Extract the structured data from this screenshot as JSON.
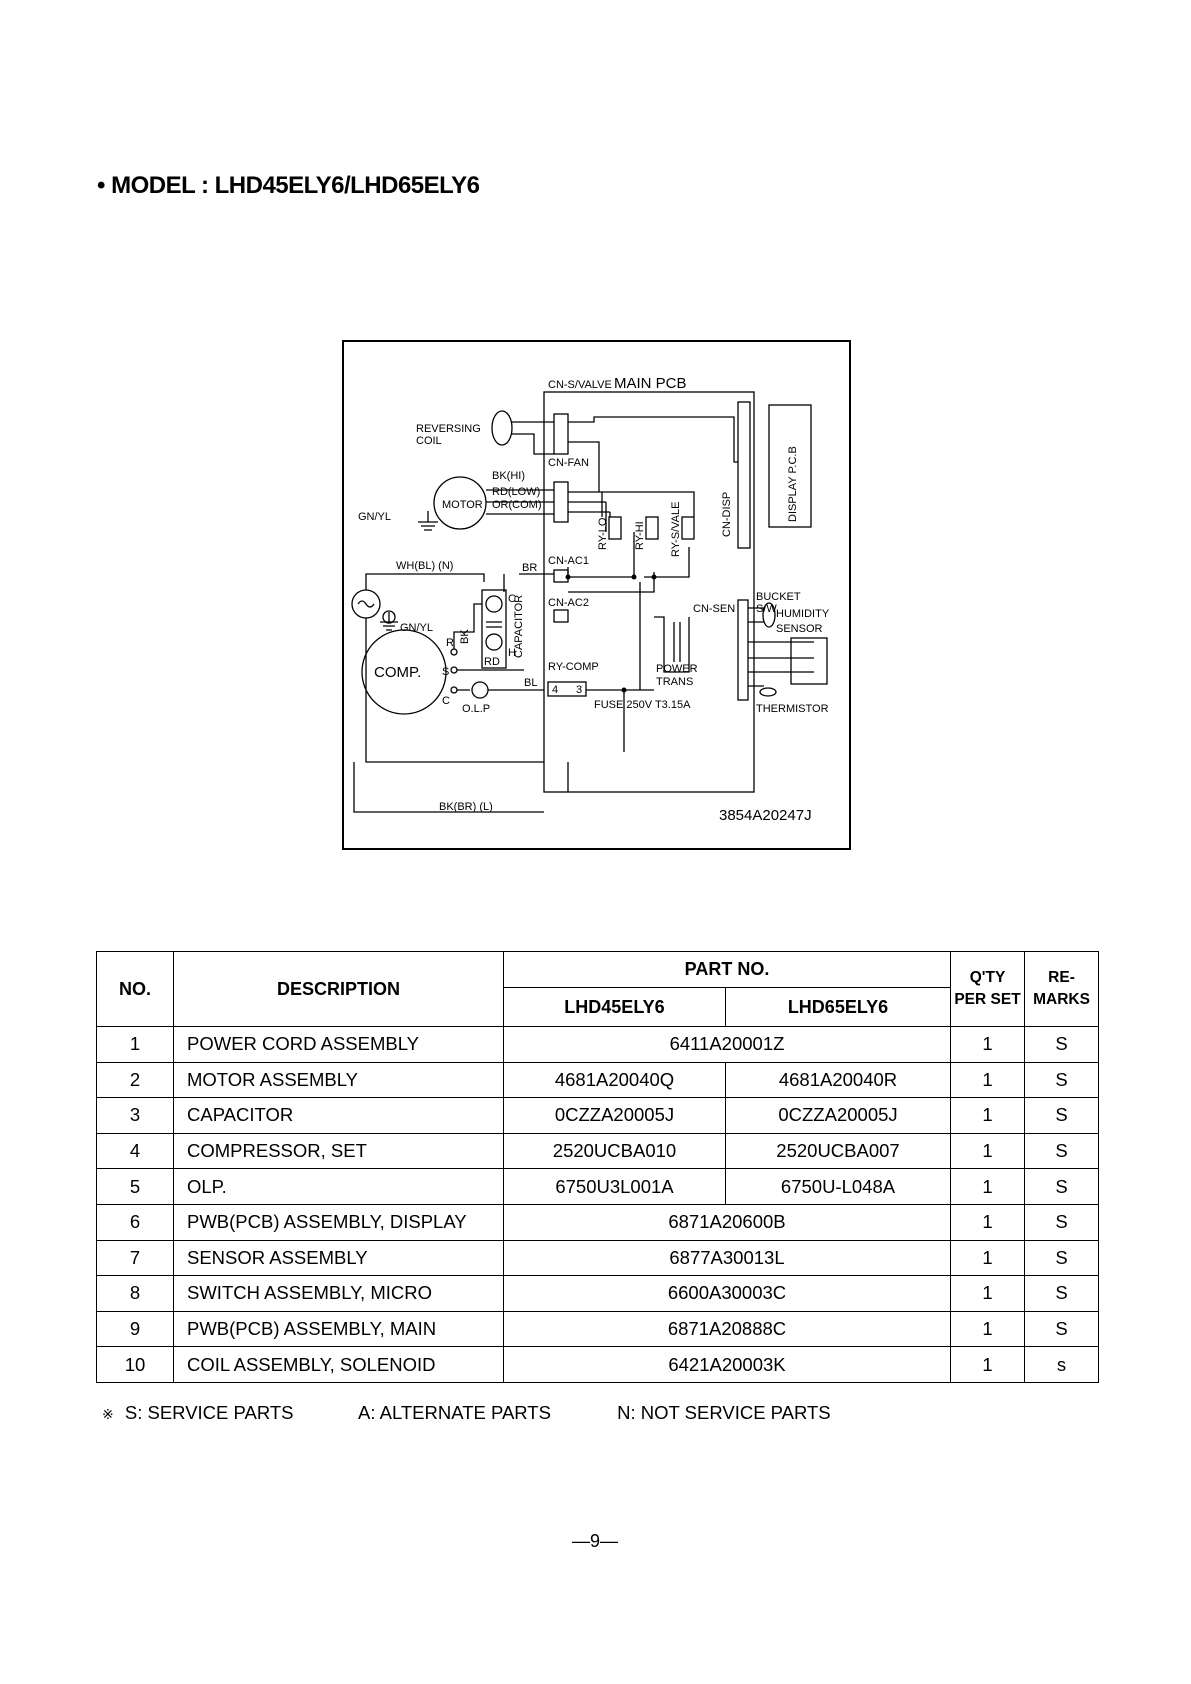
{
  "model_heading": "• MODEL : LHD45ELY6/LHD65ELY6",
  "diagram": {
    "labels": {
      "main_pcb": "MAIN PCB",
      "cn_svalve": "CN-S/VALVE",
      "reversing_coil_1": "REVERSING",
      "reversing_coil_2": "COIL",
      "cn_fan": "CN-FAN",
      "bk_hi": "BK(HI)",
      "rd_low": "RD(LOW)",
      "or_com": "OR(COM)",
      "motor": "MOTOR",
      "gn_yl_1": "GN/YL",
      "gn_yl_2": "GN/YL",
      "cn_disp": "CN-DISP",
      "display_pcb": "DISPLAY P.C.B",
      "ry_lo": "RY-LO",
      "ry_hi": "RY-HI",
      "ry_svale": "RY-S/VALE",
      "wh_bl_n": "WH(BL) (N)",
      "br": "BR",
      "cn_ac1": "CN-AC1",
      "cn_ac2": "CN-AC2",
      "cap_c": "C",
      "cap_h": "H",
      "capacitor": "CAPACITOR",
      "bk": "BK",
      "cn_sen": "CN-SEN",
      "bucket_sw_1": "BUCKET",
      "bucket_sw_2": "S/W",
      "humidity_1": "HUMIDITY",
      "humidity_2": "SENSOR",
      "comp": "COMP.",
      "comp_r": "R",
      "comp_s": "S",
      "comp_c": "C",
      "rd": "RD",
      "bl": "BL",
      "ry_comp": "RY-COMP",
      "relay_4": "4",
      "relay_3": "3",
      "olp": "O.L.P",
      "power_trans_1": "POWER",
      "power_trans_2": "TRANS",
      "thermistor": "THERMISTOR",
      "fuse": "FUSE 250V T3.15A",
      "bk_br_l": "BK(BR) (L)",
      "drawing_no": "3854A20247J"
    }
  },
  "table": {
    "headers": {
      "no": "NO.",
      "description": "DESCRIPTION",
      "part_no": "PART NO.",
      "model_a": "LHD45ELY6",
      "model_b": "LHD65ELY6",
      "qty_1": "Q'TY",
      "qty_2": "PER SET",
      "remarks_1": "RE-",
      "remarks_2": "MARKS"
    },
    "rows": [
      {
        "no": "1",
        "description": "POWER CORD ASSEMBLY",
        "part_shared": "6411A20001Z",
        "qty": "1",
        "remarks": "S"
      },
      {
        "no": "2",
        "description": "MOTOR ASSEMBLY",
        "part_a": "4681A20040Q",
        "part_b": "4681A20040R",
        "qty": "1",
        "remarks": "S"
      },
      {
        "no": "3",
        "description": "CAPACITOR",
        "part_a": "0CZZA20005J",
        "part_b": "0CZZA20005J",
        "qty": "1",
        "remarks": "S"
      },
      {
        "no": "4",
        "description": "COMPRESSOR, SET",
        "part_a": "2520UCBA010",
        "part_b": "2520UCBA007",
        "qty": "1",
        "remarks": "S"
      },
      {
        "no": "5",
        "description": "OLP.",
        "part_a": "6750U3L001A",
        "part_b": "6750U-L048A",
        "qty": "1",
        "remarks": "S"
      },
      {
        "no": "6",
        "description": "PWB(PCB) ASSEMBLY, DISPLAY",
        "part_shared": "6871A20600B",
        "qty": "1",
        "remarks": "S"
      },
      {
        "no": "7",
        "description": "SENSOR ASSEMBLY",
        "part_shared": "6877A30013L",
        "qty": "1",
        "remarks": "S"
      },
      {
        "no": "8",
        "description": "SWITCH ASSEMBLY, MICRO",
        "part_shared": "6600A30003C",
        "qty": "1",
        "remarks": "S"
      },
      {
        "no": "9",
        "description": "PWB(PCB) ASSEMBLY, MAIN",
        "part_shared": "6871A20888C",
        "qty": "1",
        "remarks": "S"
      },
      {
        "no": "10",
        "description": "COIL ASSEMBLY, SOLENOID",
        "part_shared": "6421A20003K",
        "qty": "1",
        "remarks": "s"
      }
    ]
  },
  "legend": {
    "mark": "※",
    "s": "S: SERVICE PARTS",
    "a": "A: ALTERNATE PARTS",
    "n": "N: NOT SERVICE PARTS"
  },
  "page_number": "—9—"
}
